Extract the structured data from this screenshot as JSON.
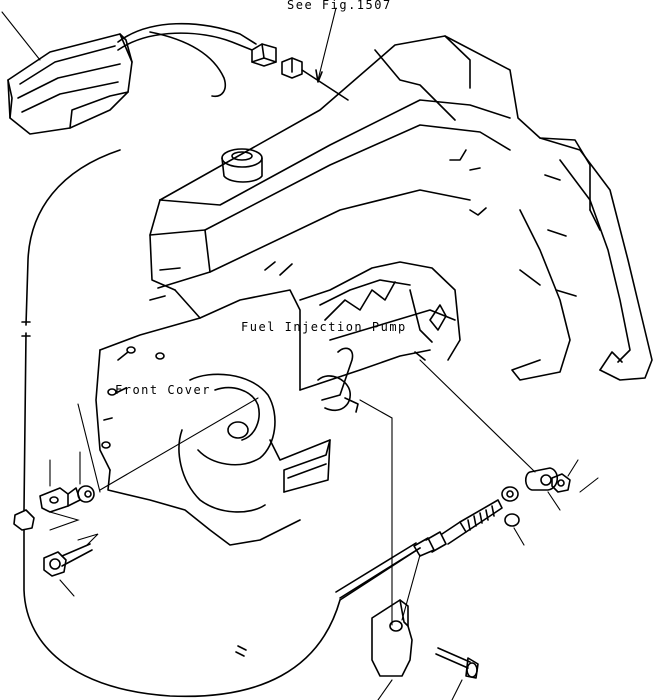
{
  "labels": {
    "see_fig": "See Fig.1507",
    "fuel_pump": "Fuel Injection Pump",
    "front_cover": "Front Cover"
  }
}
